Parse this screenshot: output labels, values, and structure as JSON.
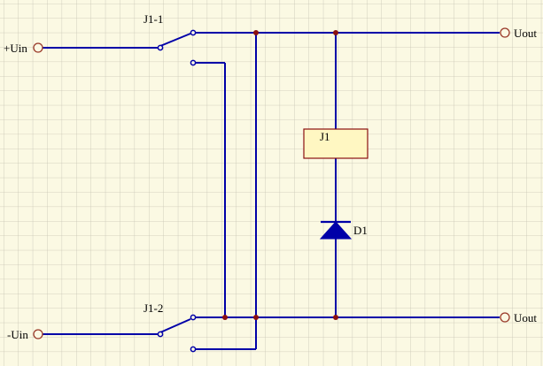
{
  "labels": {
    "switch_top": "J1-1",
    "switch_bottom": "J1-2",
    "input_pos": "+Uin",
    "input_neg": "-Uin",
    "output_top": "Uout",
    "output_bottom": "Uout",
    "relay": "J1",
    "diode": "D1"
  },
  "colors": {
    "background": "#fbf9e3",
    "grid": "#c8c4b4",
    "wire": "#0000a8",
    "junction": "#8a1010",
    "relay_fill": "#fff7c2",
    "relay_stroke": "#8a1010",
    "terminal": "#9a3a2a"
  }
}
